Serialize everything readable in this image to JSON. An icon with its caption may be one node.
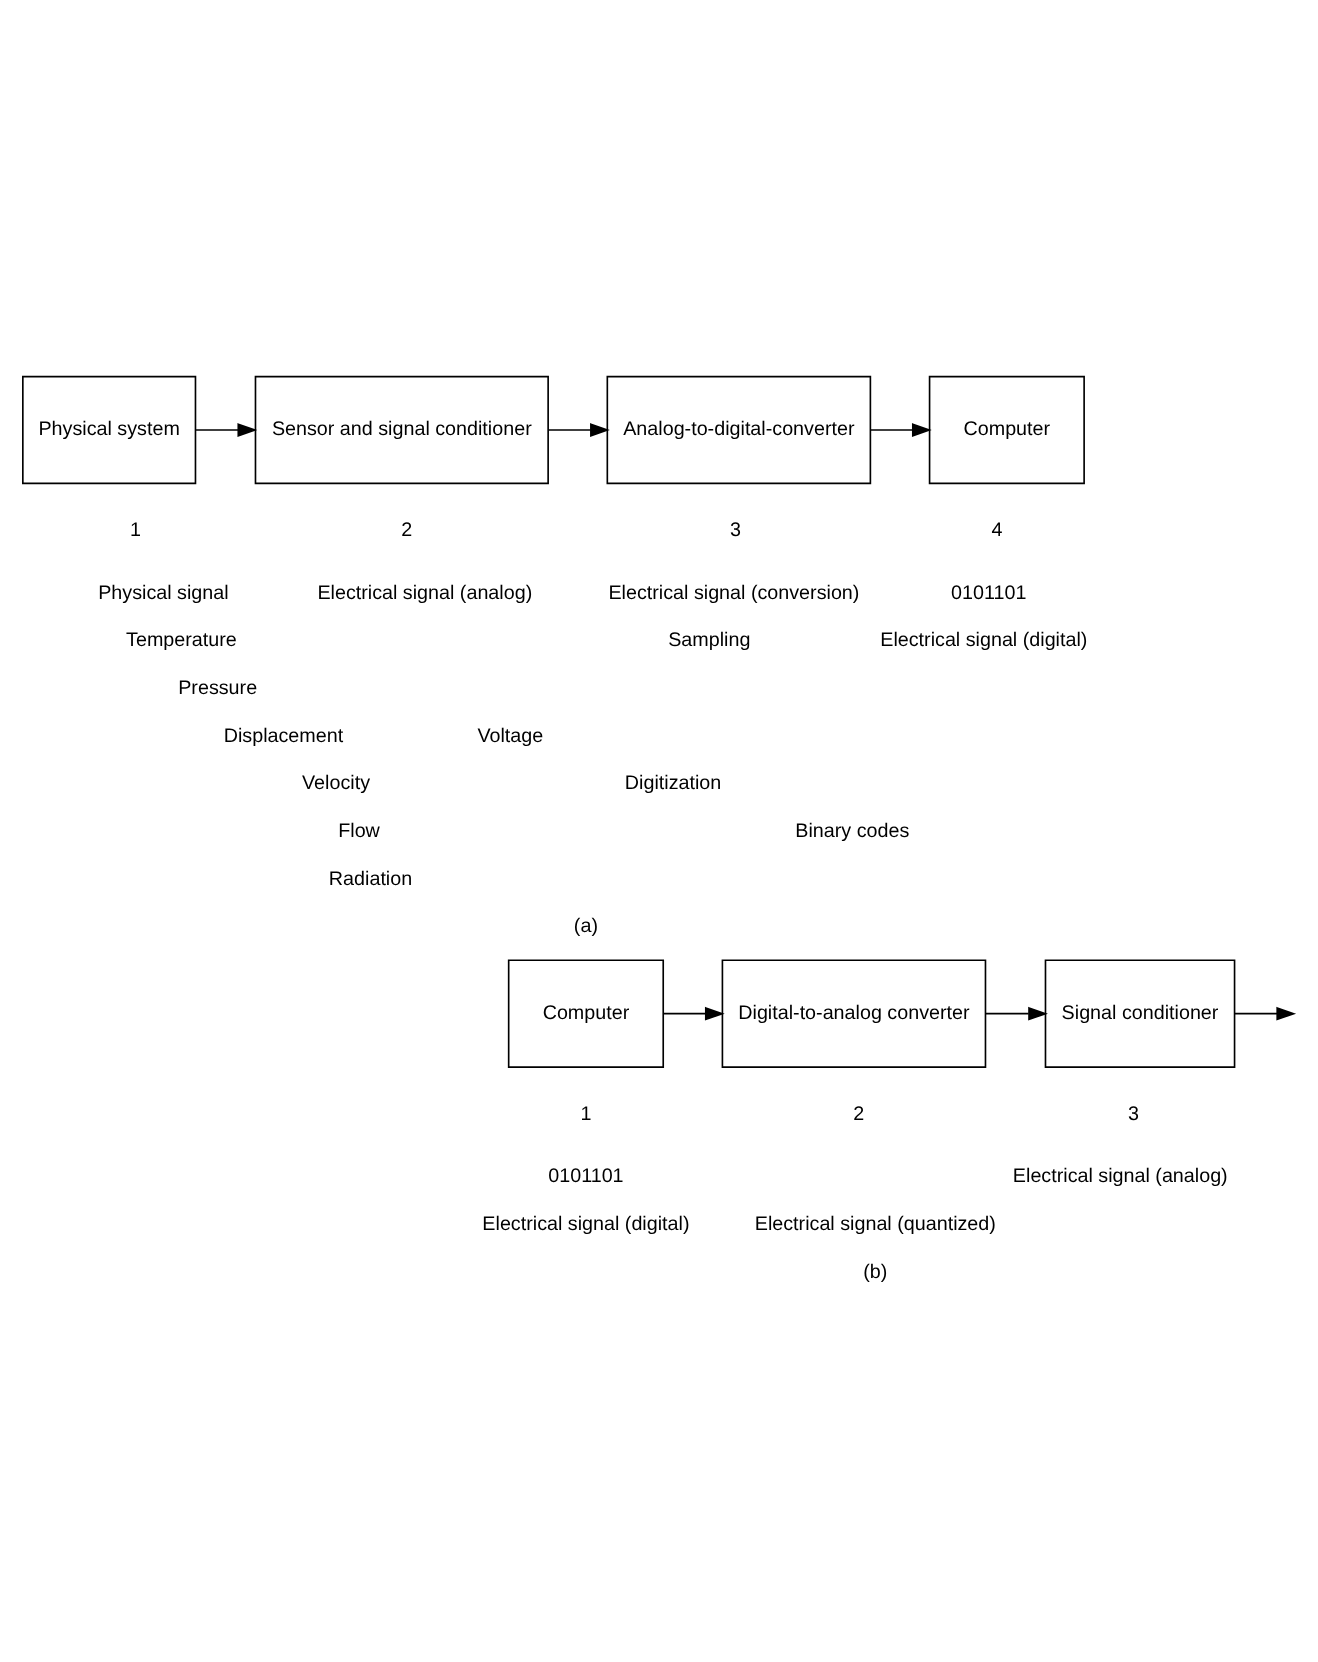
{
  "diagram": {
    "nodes": [
      {
        "text": [
          "Physical system"
        ],
        "beside": [
          "1"
        ]
      },
      {
        "text": [
          "Sensor and signal conditioner"
        ],
        "beside": [
          "2"
        ]
      },
      {
        "text": [
          "Analog-to-digital-converter"
        ],
        "beside": [
          "3"
        ]
      },
      {
        "text": [
          "Computer"
        ],
        "beside": [
          "4"
        ]
      },
      {
        "text": [
          "Computer"
        ],
        "beside": [
          "1"
        ]
      },
      {
        "text": [
          "Digital-to-analog converter"
        ],
        "beside": [
          "2"
        ]
      },
      {
        "text": [
          "Signal conditioner"
        ],
        "beside": [
          "3"
        ]
      }
    ],
    "edges": [
      {
        "from": 0,
        "to": 1,
        "arrow": "to"
      },
      {
        "from": 1,
        "to": 2,
        "arrow": "to"
      },
      {
        "from": 2,
        "to": 3,
        "arrow": "to"
      },
      {
        "from": 4,
        "to": 5,
        "arrow": "to"
      },
      {
        "from": 5,
        "to": 6,
        "arrow": "to"
      },
      {
        "from": 6,
        "to": null,
        "arrow": "to"
      }
    ],
    "labels": [
      "Physical signal",
      "Temperature",
      "Pressure",
      "Displacement",
      "Velocity",
      "Flow",
      "Radiation",
      "Electrical signal (analog)",
      "Voltage",
      "Electrical signal (conversion)",
      "Sampling",
      "Digitization",
      "0101101",
      "Electrical signal (digital)",
      "Binary codes",
      "(a)",
      "0101101",
      "Electrical signal (digital)",
      "Electrical signal (quantized)",
      "Electrical signal (analog)",
      "(b)"
    ]
  }
}
